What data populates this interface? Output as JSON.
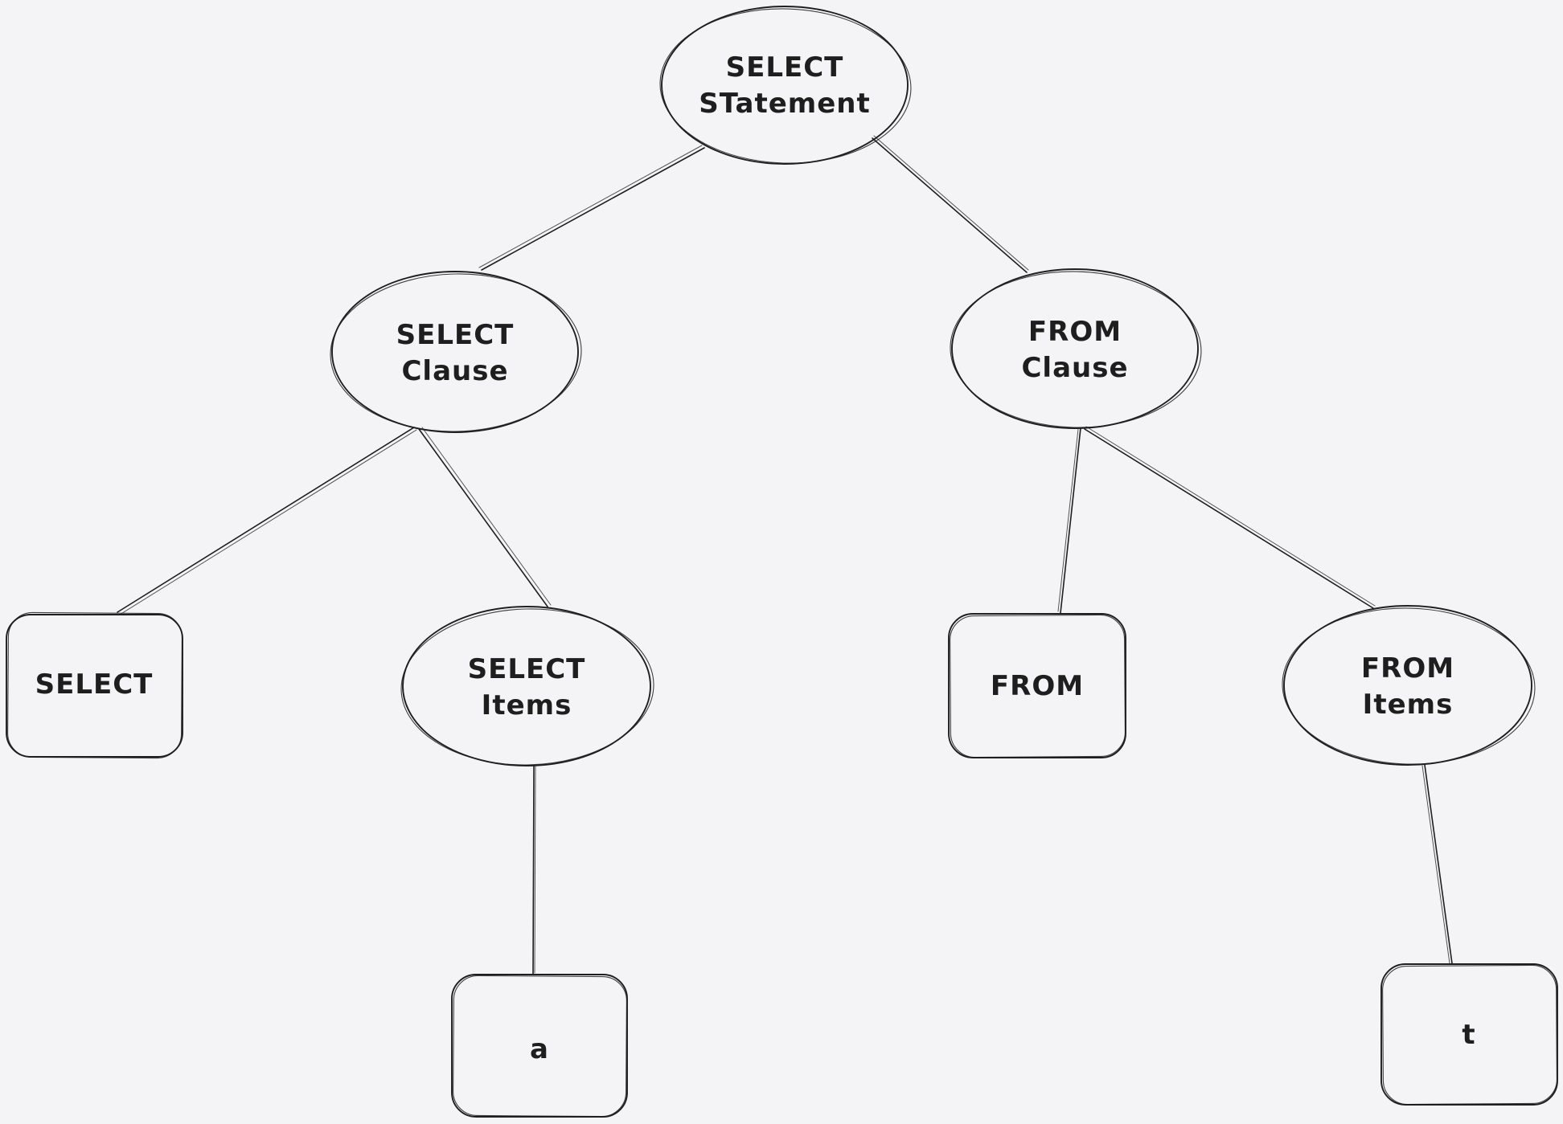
{
  "canvas": {
    "background_color": "#f4f4f6",
    "stroke_color": "#1e1e1e",
    "text_color": "#1e1e1e"
  },
  "diagram": {
    "nodes": {
      "select_statement": {
        "shape": "ellipse",
        "line1": "SELECT",
        "line2": "STatement"
      },
      "select_clause": {
        "shape": "ellipse",
        "line1": "SELECT",
        "line2": "Clause"
      },
      "from_clause": {
        "shape": "ellipse",
        "line1": "FROM",
        "line2": "Clause"
      },
      "select_keyword": {
        "shape": "rectangle",
        "line1": "SELECT"
      },
      "select_items": {
        "shape": "ellipse",
        "line1": "SELECT",
        "line2": "Items"
      },
      "from_keyword": {
        "shape": "rectangle",
        "line1": "FROM"
      },
      "from_items": {
        "shape": "ellipse",
        "line1": "FROM",
        "line2": "Items"
      },
      "item_a": {
        "shape": "rectangle",
        "line1": "a"
      },
      "table_t": {
        "shape": "rectangle",
        "line1": "t"
      }
    },
    "edges": [
      {
        "from": "select_statement",
        "to": "select_clause"
      },
      {
        "from": "select_statement",
        "to": "from_clause"
      },
      {
        "from": "select_clause",
        "to": "select_keyword"
      },
      {
        "from": "select_clause",
        "to": "select_items"
      },
      {
        "from": "from_clause",
        "to": "from_keyword"
      },
      {
        "from": "from_clause",
        "to": "from_items"
      },
      {
        "from": "select_items",
        "to": "item_a"
      },
      {
        "from": "from_items",
        "to": "table_t"
      }
    ]
  }
}
